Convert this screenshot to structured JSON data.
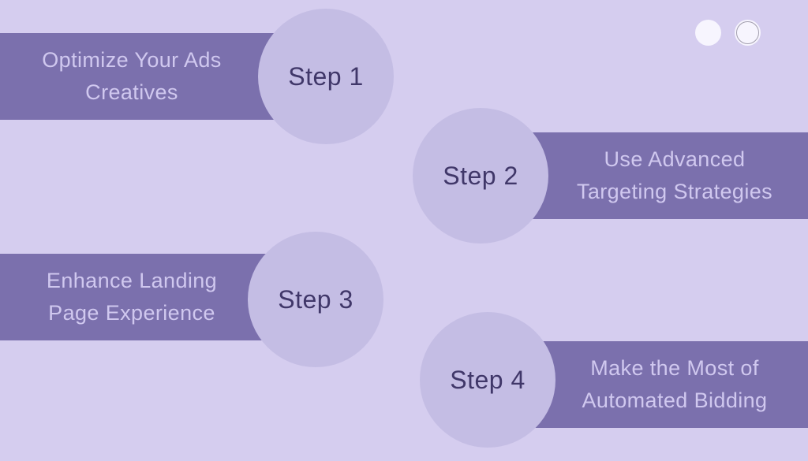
{
  "theme": {
    "background": "#d5cdef",
    "bar_color": "#7b70ad",
    "circle_color": "#c4bde4",
    "bar_text_color": "#d0c8ef",
    "step_text_color": "#403769",
    "dot_fill": "#f7f5fe",
    "dot_ring": "#a29eae"
  },
  "steps": [
    {
      "label": "Step 1",
      "lines": [
        "Optimize Your Ads",
        "Creatives"
      ]
    },
    {
      "label": "Step 2",
      "lines": [
        "Use Advanced",
        "Targeting Strategies"
      ]
    },
    {
      "label": "Step 3",
      "lines": [
        "Enhance Landing",
        "Page Experience"
      ]
    },
    {
      "label": "Step 4",
      "lines": [
        "Make the Most of",
        "Automated Bidding"
      ]
    }
  ],
  "pagination": {
    "dots": [
      {
        "state": "filled"
      },
      {
        "state": "outlined"
      }
    ]
  }
}
